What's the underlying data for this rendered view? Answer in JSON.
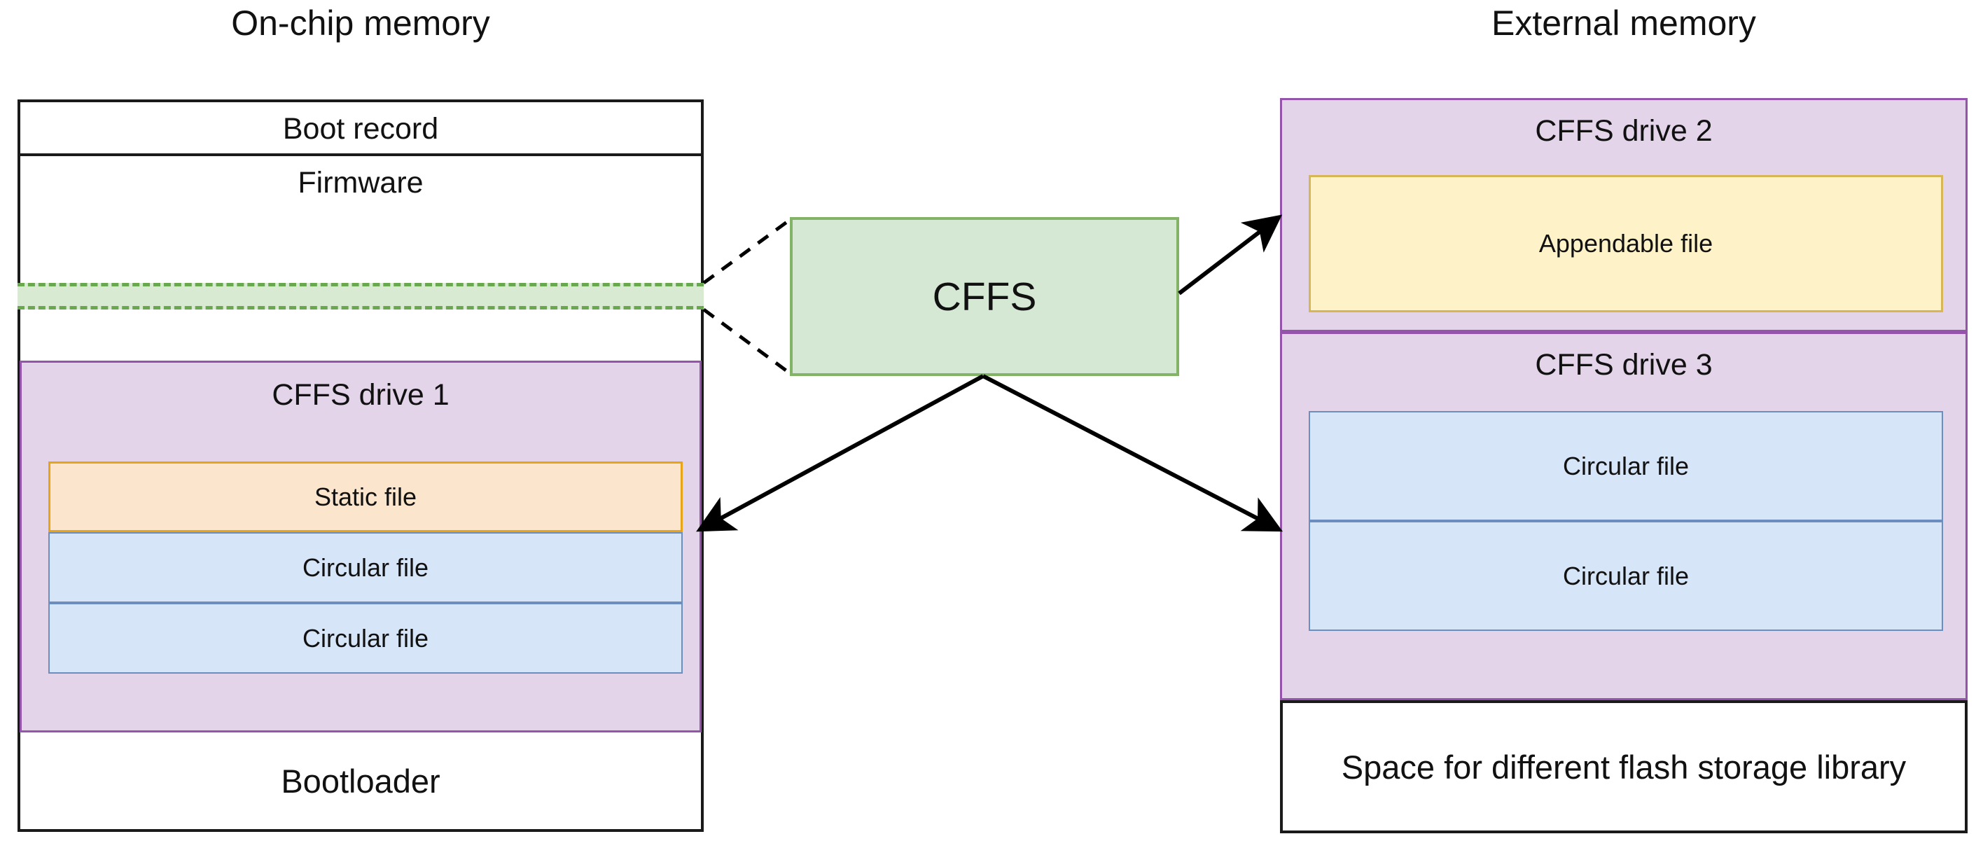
{
  "diagram": {
    "title_left": "On-chip memory",
    "title_right": "External memory",
    "module": {
      "label": "CFFS",
      "fill": "#d5e8d4",
      "stroke": "#82b366"
    },
    "onchip": {
      "bands": [
        {
          "label": "Boot record"
        },
        {
          "label": "Firmware"
        }
      ],
      "highlight_strip": {
        "label": "",
        "fill": "#d9ead3",
        "stroke": "#6aa84f",
        "style": "dashed"
      },
      "drive": {
        "label": "CFFS drive 1",
        "fill": "#e3d4ea",
        "stroke": "#9454ab",
        "files": [
          {
            "label": "Static file",
            "type": "static",
            "fill": "#fce5cd",
            "stroke": "#e8a317"
          },
          {
            "label": "Circular file",
            "type": "circular",
            "fill": "#d6e5f8",
            "stroke": "#6c8ebf"
          },
          {
            "label": "Circular file",
            "type": "circular",
            "fill": "#d6e5f8",
            "stroke": "#6c8ebf"
          }
        ]
      },
      "footer": {
        "label": "Bootloader"
      }
    },
    "external": {
      "drives": [
        {
          "label": "CFFS drive 2",
          "fill": "#e3d4ea",
          "stroke": "#9454ab",
          "files": [
            {
              "label": "Appendable file",
              "type": "appendable",
              "fill": "#fdf2c8",
              "stroke": "#d6b656"
            }
          ]
        },
        {
          "label": "CFFS drive 3",
          "fill": "#e3d4ea",
          "stroke": "#9454ab",
          "files": [
            {
              "label": "Circular file",
              "type": "circular",
              "fill": "#d6e5f8",
              "stroke": "#6c8ebf"
            },
            {
              "label": "Circular file",
              "type": "circular",
              "fill": "#d6e5f8",
              "stroke": "#6c8ebf"
            }
          ]
        }
      ],
      "footer": {
        "label": "Space for different flash storage library"
      }
    },
    "connectors": [
      {
        "name": "cffs-to-firmware-strip",
        "style": "dashed",
        "arrowhead": false
      },
      {
        "name": "cffs-to-drive-2",
        "style": "solid",
        "arrowhead": true
      },
      {
        "name": "cffs-to-drive-1",
        "style": "solid",
        "arrowhead": true
      },
      {
        "name": "cffs-to-drive-3",
        "style": "solid",
        "arrowhead": true
      }
    ]
  }
}
